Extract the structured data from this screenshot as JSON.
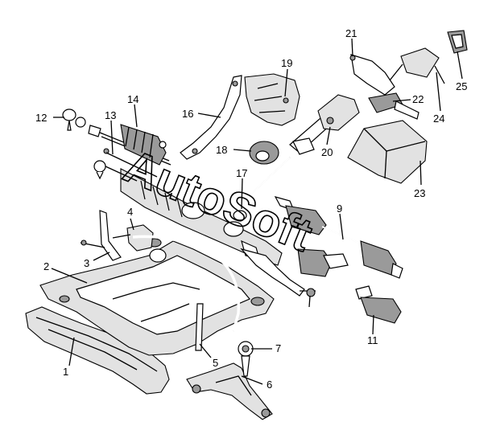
{
  "watermark": "AutoSoft",
  "parts": [
    {
      "id": "1",
      "label": "1"
    },
    {
      "id": "2",
      "label": "2"
    },
    {
      "id": "3",
      "label": "3"
    },
    {
      "id": "4",
      "label": "4"
    },
    {
      "id": "5",
      "label": "5"
    },
    {
      "id": "6",
      "label": "6"
    },
    {
      "id": "7",
      "label": "7"
    },
    {
      "id": "9",
      "label": "9"
    },
    {
      "id": "11",
      "label": "11"
    },
    {
      "id": "12",
      "label": "12"
    },
    {
      "id": "13",
      "label": "13"
    },
    {
      "id": "14",
      "label": "14"
    },
    {
      "id": "16",
      "label": "16"
    },
    {
      "id": "17",
      "label": "17"
    },
    {
      "id": "18",
      "label": "18"
    },
    {
      "id": "19",
      "label": "19"
    },
    {
      "id": "20",
      "label": "20"
    },
    {
      "id": "21",
      "label": "21"
    },
    {
      "id": "22",
      "label": "22"
    },
    {
      "id": "23",
      "label": "23"
    },
    {
      "id": "24",
      "label": "24"
    },
    {
      "id": "25",
      "label": "25"
    }
  ]
}
